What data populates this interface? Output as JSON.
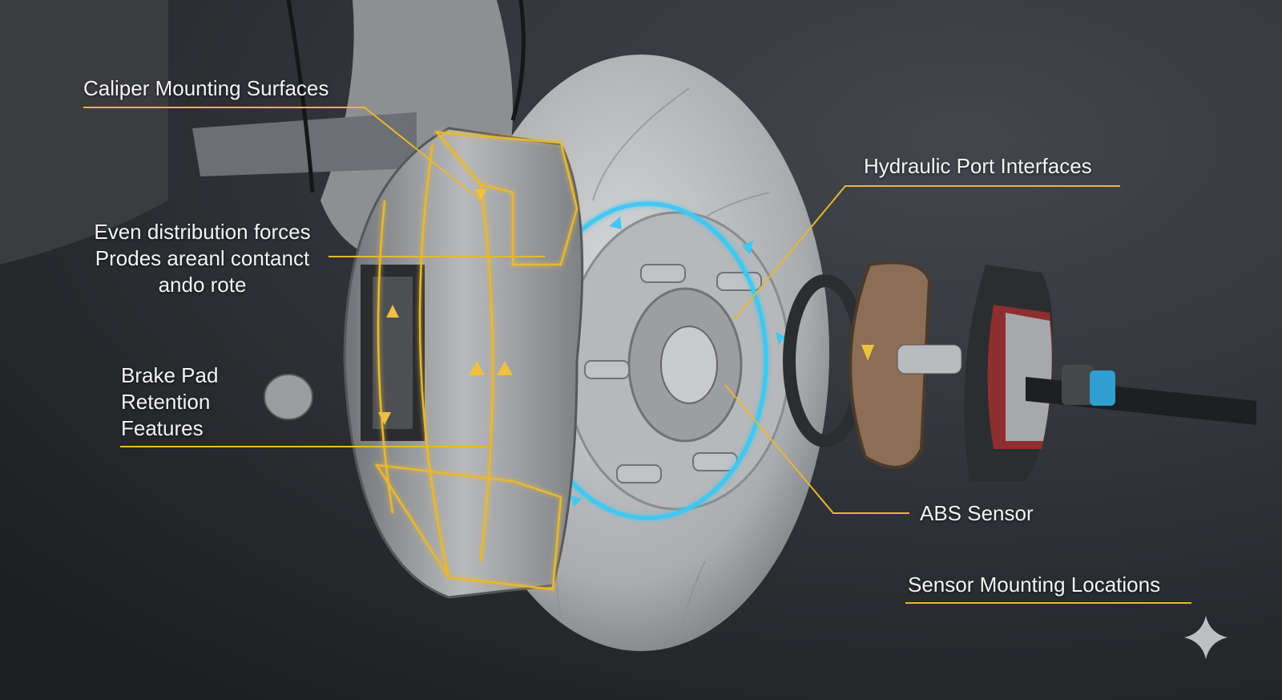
{
  "labels": {
    "caliper_mounting": "Caliper Mounting Surfaces",
    "even_distribution": [
      "Even distribution forces",
      "Prodes areanl contanct",
      "ando rote"
    ],
    "brake_pad_retention": [
      "Brake Pad",
      "Retention",
      "Features"
    ],
    "hydraulic_port": "Hydraulic Port Interfaces",
    "abs_sensor": "ABS Sensor",
    "sensor_mounting": "Sensor Mounting Locations"
  },
  "colors": {
    "callout": "#e8b830",
    "flow": "#3fc8f0",
    "background": "#26292d"
  },
  "icons": {
    "corner": "sparkle-icon"
  }
}
